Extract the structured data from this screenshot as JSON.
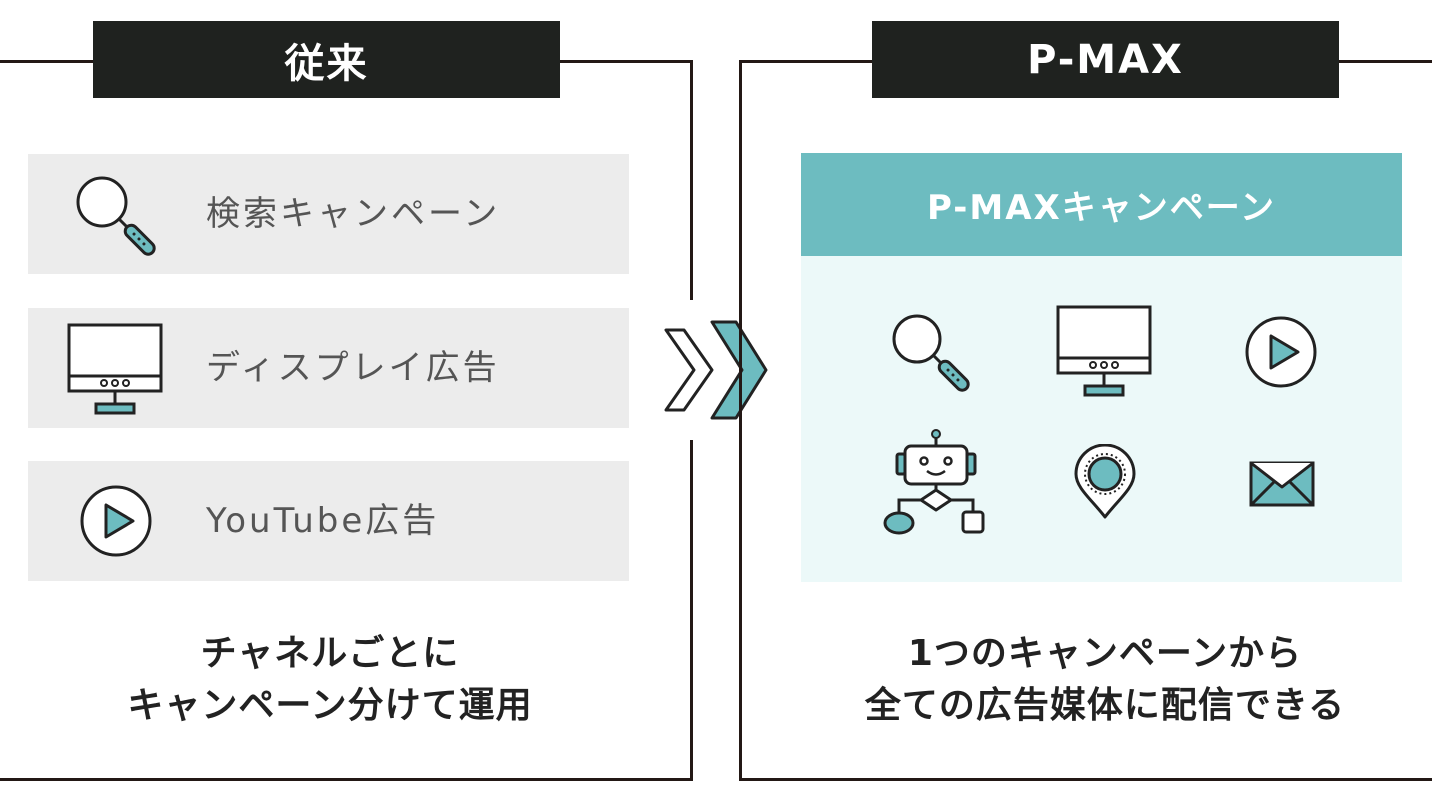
{
  "left_panel": {
    "tab_label": "従来",
    "rows": [
      {
        "icon": "search-icon",
        "label": "検索キャンペーン"
      },
      {
        "icon": "monitor-icon",
        "label": "ディスプレイ広告"
      },
      {
        "icon": "play-icon",
        "label": "YouTube広告"
      }
    ],
    "caption_line1": "チャネルごとに",
    "caption_line2": "キャンペーン分けて運用"
  },
  "right_panel": {
    "tab_label": "P-MAX",
    "campaign_header": "P-MAXキャンペーン",
    "icons": [
      "search-icon",
      "monitor-icon",
      "play-icon",
      "robot-flowchart-icon",
      "map-pin-icon",
      "mail-icon"
    ],
    "caption_line1": "1つのキャンペーンから",
    "caption_line2": "全ての広告媒体に配信できる"
  },
  "colors": {
    "accent": "#6dbcc0",
    "accent_light": "#ecf9f9",
    "row_bg": "#ececec",
    "tab_bg": "#1f221f",
    "frame": "#231815"
  }
}
